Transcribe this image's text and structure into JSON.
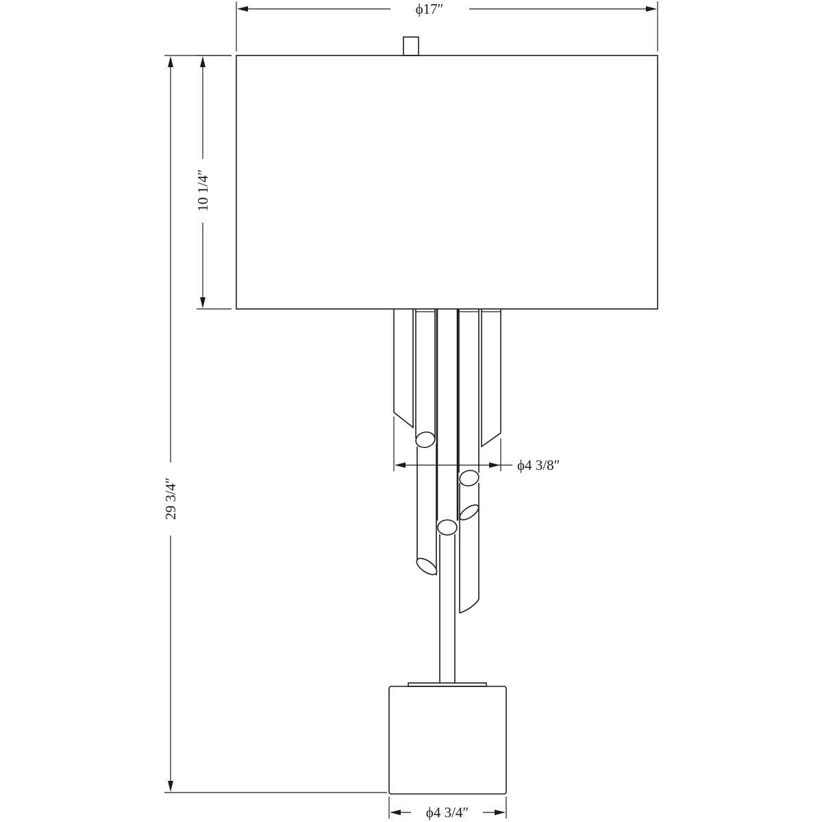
{
  "drawing": {
    "type": "table lamp dimension drawing",
    "dimensions": {
      "shade_diameter": "ϕ17″",
      "shade_height": "10 1/4″",
      "overall_height": "29 3/4″",
      "tube_cluster_diameter": "ϕ4 3/8″",
      "base_diameter": "ϕ4 3/4″"
    },
    "components": [
      "finial",
      "drum shade",
      "tube cluster",
      "stem",
      "base plate",
      "cylindrical base"
    ],
    "colors": {
      "line": "#1a1a1a",
      "background": "#ffffff"
    }
  }
}
